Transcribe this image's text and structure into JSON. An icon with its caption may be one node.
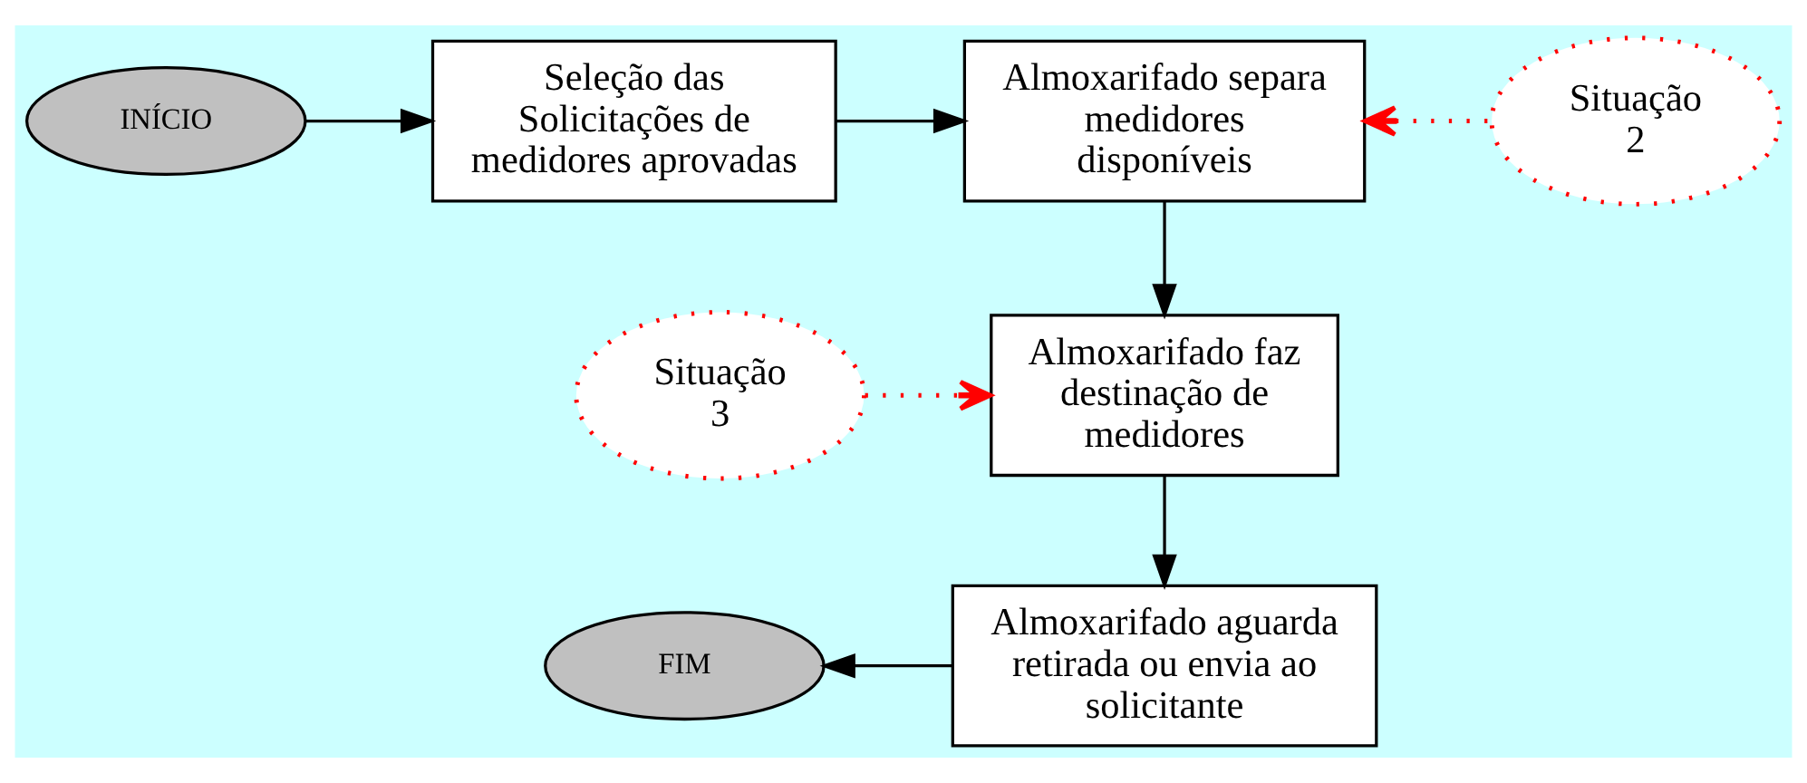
{
  "diagram": {
    "nodes": [
      {
        "text": [
          "INÍCIO"
        ]
      },
      {
        "text": [
          "Seleção das Solicitações de medidores aprovadas"
        ]
      },
      {
        "text": [
          "Almoxarifado separa medidores disponíveis"
        ]
      },
      {
        "text": [
          "Situação 2"
        ]
      },
      {
        "text": [
          "Situação 3"
        ]
      },
      {
        "text": [
          "Almoxarifado faz destinação de medidores"
        ]
      },
      {
        "text": [
          "Almoxarifado aguarda retirada ou envia ao solicitante"
        ]
      },
      {
        "text": [
          "FIM"
        ]
      }
    ],
    "edges": [
      {
        "from": 0,
        "to": 1,
        "arrow": "to"
      },
      {
        "from": 1,
        "to": 2,
        "arrow": "to"
      },
      {
        "from": 3,
        "to": 2,
        "arrow": "to",
        "style": "dashed",
        "color": "#ff0000"
      },
      {
        "from": 2,
        "to": 5,
        "arrow": "to"
      },
      {
        "from": 4,
        "to": 5,
        "arrow": "to",
        "style": "dashed",
        "color": "#ff0000"
      },
      {
        "from": 5,
        "to": 6,
        "arrow": "to"
      },
      {
        "from": 6,
        "to": 7,
        "arrow": "to"
      }
    ]
  }
}
